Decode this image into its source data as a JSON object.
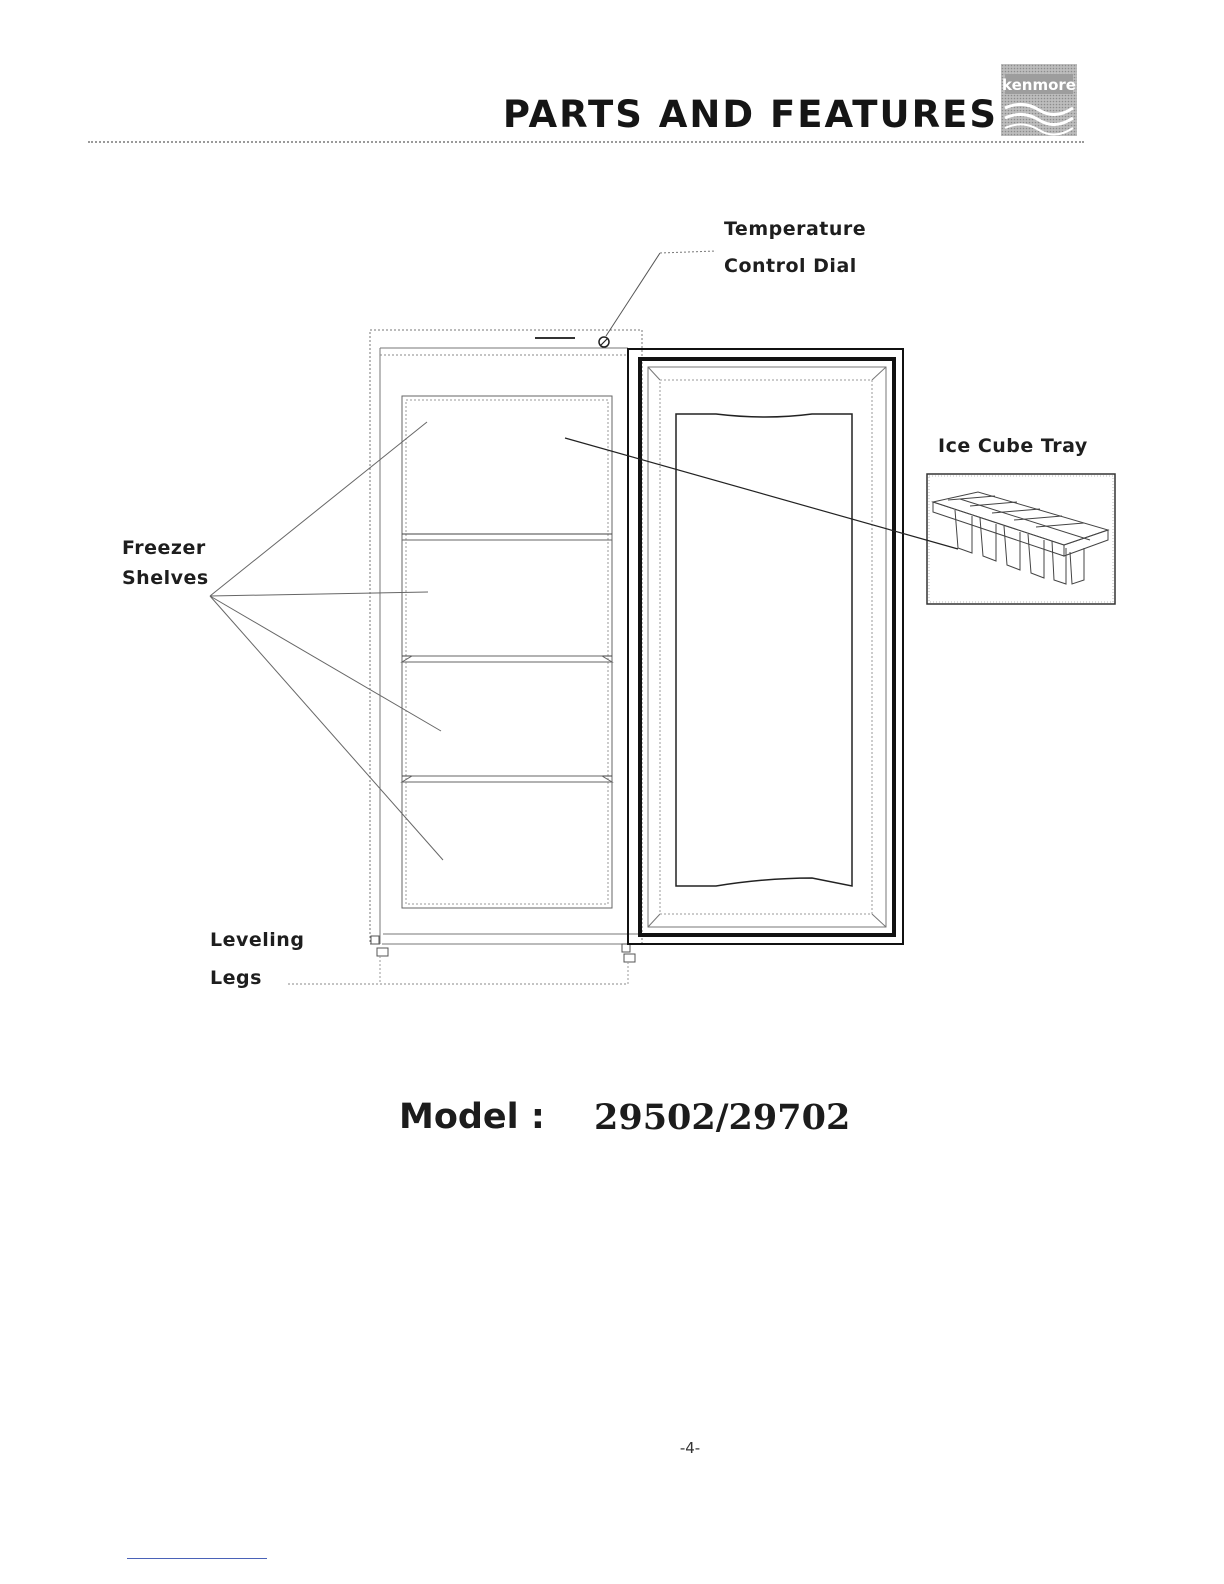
{
  "header": {
    "title": "PARTS AND FEATURES",
    "logo_text": "kenmore"
  },
  "diagram": {
    "labels": {
      "temperature_dial_line1": "Temperature",
      "temperature_dial_line2": "Control Dial",
      "ice_cube_tray": "Ice Cube Tray",
      "freezer_shelves_line1": "Freezer",
      "freezer_shelves_line2": "Shelves",
      "leveling_legs_line1": "Leveling",
      "leveling_legs_line2": "Legs"
    }
  },
  "model": {
    "label": "Model :",
    "number": "29502/29702"
  },
  "page_number": "-4-"
}
